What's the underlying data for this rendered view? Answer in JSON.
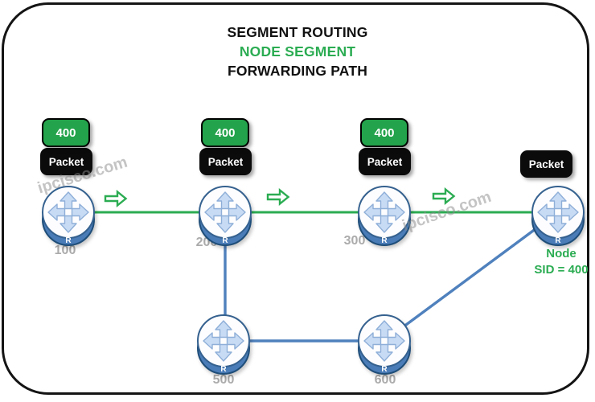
{
  "title": {
    "line1": "SEGMENT ROUTING",
    "line2": "NODE SEGMENT",
    "line3": "FORWARDING PATH"
  },
  "packet_stacks": [
    {
      "sid": "400",
      "label": "Packet"
    },
    {
      "sid": "400",
      "label": "Packet"
    },
    {
      "sid": "400",
      "label": "Packet"
    },
    {
      "label": "Packet"
    }
  ],
  "routers": [
    {
      "id": "r100",
      "label": "100"
    },
    {
      "id": "r200",
      "label": "200"
    },
    {
      "id": "r300",
      "label": "300"
    },
    {
      "id": "r500",
      "label": "500"
    },
    {
      "id": "r600",
      "label": "600"
    },
    {
      "id": "destination"
    }
  ],
  "router_icon": {
    "r_label": "R"
  },
  "node_sid": {
    "line1": "Node",
    "line2": "SID = 400"
  },
  "watermark": {
    "text": "ipcisco.com"
  },
  "topology": {
    "green_forwarding_path": [
      "100",
      "200",
      "300",
      "destination"
    ],
    "blue_links": [
      [
        "200",
        "500"
      ],
      [
        "500",
        "600"
      ],
      [
        "600",
        "destination"
      ]
    ]
  },
  "colors": {
    "green": "#2BAC52",
    "box-green": "#23A34B",
    "box-black": "#0B0B0B",
    "link-blue": "#4F81BD",
    "router-blue": "#4A7CB8",
    "router-dark": "#1F4E79",
    "router-border": "#35618F",
    "arrow-fill": "#C8DBF4",
    "arrow-stroke": "#8FAFD8",
    "label-gray": "#ABABAB",
    "watermark-gray": "#8A8A8A"
  }
}
